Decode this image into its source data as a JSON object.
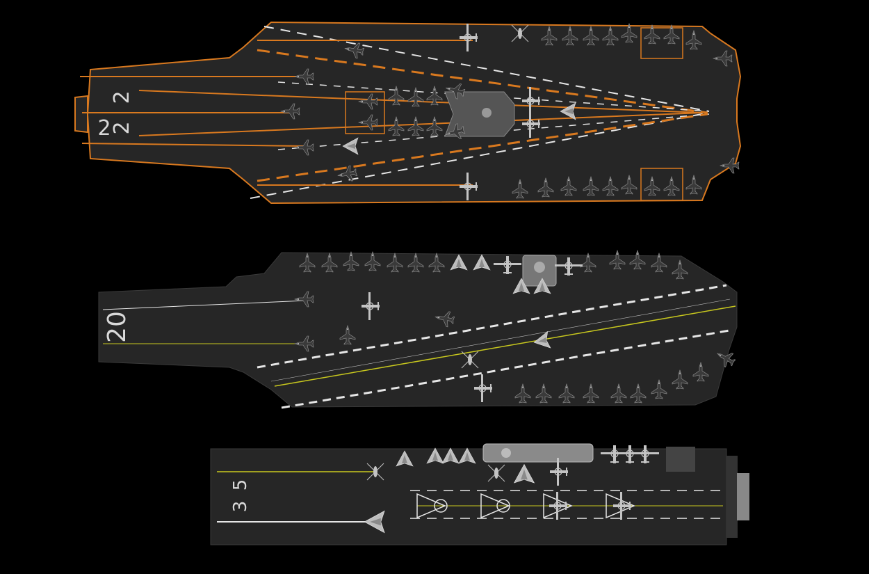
{
  "background": "#000000",
  "colors": {
    "deck": "#262626",
    "deck_dark": "#1c1c1c",
    "orange": "#d9791f",
    "white_line": "#e6e6e6",
    "yellow_line": "#c8c81e",
    "aircraft_dark": "#3a3a3a",
    "aircraft_light": "#bdbdbd"
  },
  "carriers": [
    {
      "hull_number": "22",
      "digits": [
        "2",
        "2"
      ],
      "style": "orange-outline",
      "icon": "carrier-top-view"
    },
    {
      "hull_number": "20",
      "style": "plain",
      "icon": "carrier-top-view"
    },
    {
      "hull_number": "35",
      "digits": [
        "3",
        "5"
      ],
      "style": "plain",
      "icon": "carrier-top-view"
    }
  ]
}
